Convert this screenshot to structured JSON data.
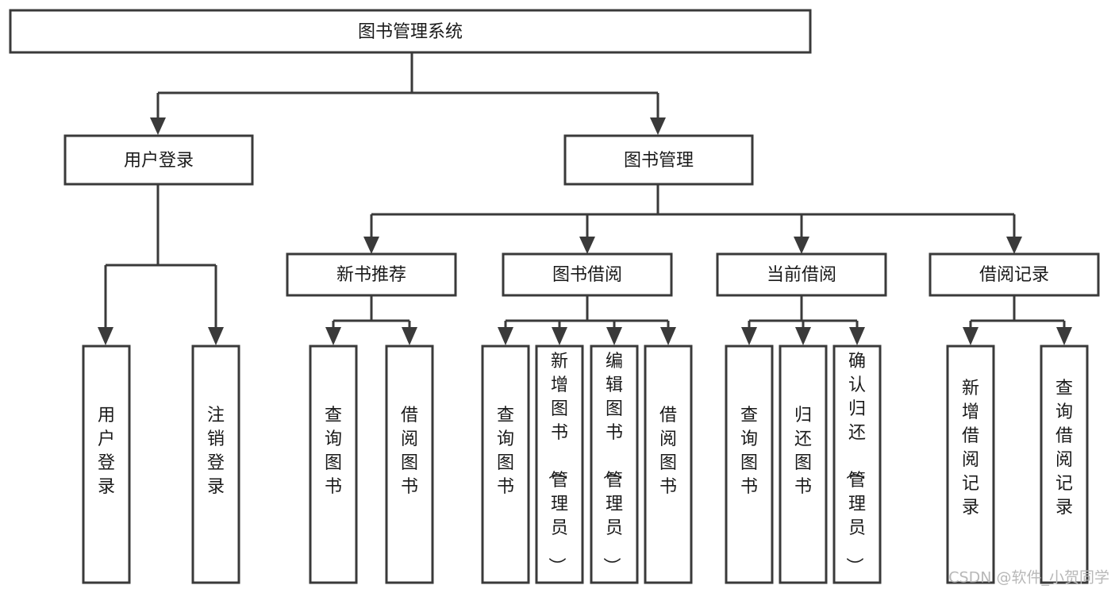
{
  "diagram": {
    "title": "图书管理系统",
    "watermark": "CSDN @软件_小贺同学",
    "colors": {
      "stroke": "#3a3a3a",
      "fill": "#ffffff",
      "text": "#1a1a1a",
      "watermark": "#b8b8b8",
      "background": "#ffffff"
    },
    "root": {
      "id": "root",
      "label": "图书管理系统",
      "orientation": "horizontal"
    },
    "level2": [
      {
        "id": "user-login",
        "label": "用户登录",
        "orientation": "horizontal"
      },
      {
        "id": "book-manage",
        "label": "图书管理",
        "orientation": "horizontal"
      }
    ],
    "level3": [
      {
        "id": "new-book-recommend",
        "label": "新书推荐",
        "orientation": "horizontal",
        "parent": "book-manage"
      },
      {
        "id": "book-borrow",
        "label": "图书借阅",
        "orientation": "horizontal",
        "parent": "book-manage"
      },
      {
        "id": "current-borrow",
        "label": "当前借阅",
        "orientation": "horizontal",
        "parent": "book-manage"
      },
      {
        "id": "borrow-record",
        "label": "借阅记录",
        "orientation": "horizontal",
        "parent": "book-manage"
      }
    ],
    "leaves": [
      {
        "id": "leaf-user-login",
        "label": "用户登录",
        "orientation": "vertical",
        "parent": "user-login"
      },
      {
        "id": "leaf-logout",
        "label": "注销登录",
        "orientation": "vertical",
        "parent": "user-login"
      },
      {
        "id": "leaf-query-book-1",
        "label": "查询图书",
        "orientation": "vertical",
        "parent": "new-book-recommend"
      },
      {
        "id": "leaf-borrow-book-1",
        "label": "借阅图书",
        "orientation": "vertical",
        "parent": "new-book-recommend"
      },
      {
        "id": "leaf-query-book-2",
        "label": "查询图书",
        "orientation": "vertical",
        "parent": "book-borrow"
      },
      {
        "id": "leaf-add-book",
        "label": "新增图书（管理员）",
        "orientation": "vertical",
        "parent": "book-borrow"
      },
      {
        "id": "leaf-edit-book",
        "label": "编辑图书（管理员）",
        "orientation": "vertical",
        "parent": "book-borrow"
      },
      {
        "id": "leaf-borrow-book-2",
        "label": "借阅图书",
        "orientation": "vertical",
        "parent": "book-borrow"
      },
      {
        "id": "leaf-query-book-3",
        "label": "查询图书",
        "orientation": "vertical",
        "parent": "current-borrow"
      },
      {
        "id": "leaf-return-book",
        "label": "归还图书",
        "orientation": "vertical",
        "parent": "current-borrow"
      },
      {
        "id": "leaf-confirm-return",
        "label": "确认归还（管理员）",
        "orientation": "vertical",
        "parent": "current-borrow"
      },
      {
        "id": "leaf-add-record",
        "label": "新增借阅记录",
        "orientation": "vertical",
        "parent": "borrow-record"
      },
      {
        "id": "leaf-query-record",
        "label": "查询借阅记录",
        "orientation": "vertical",
        "parent": "borrow-record"
      }
    ]
  }
}
